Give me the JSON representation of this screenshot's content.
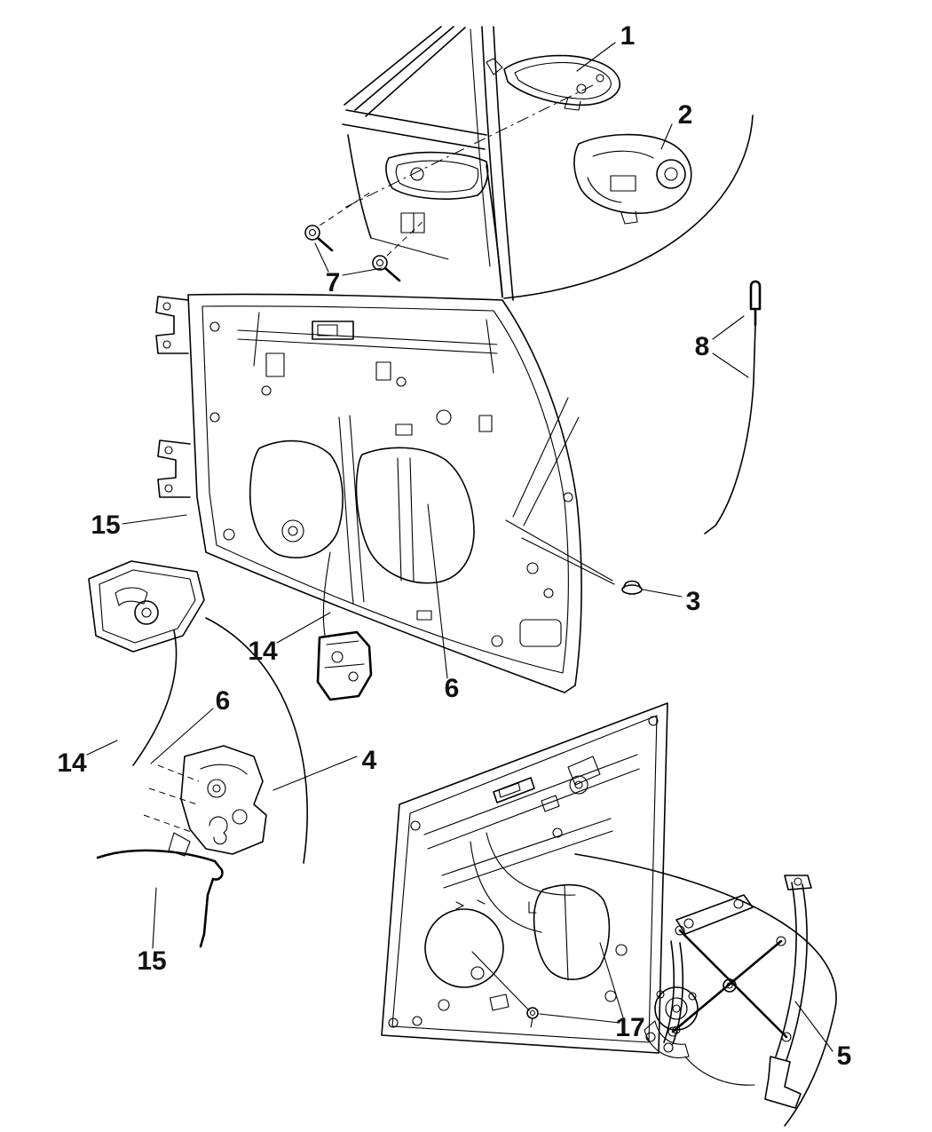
{
  "page": {
    "background": "#ffffff",
    "line_color": "#000000"
  },
  "diagram": {
    "callouts": [
      {
        "id": "callout-1",
        "label": "1"
      },
      {
        "id": "callout-2",
        "label": "2"
      },
      {
        "id": "callout-7",
        "label": "7"
      },
      {
        "id": "callout-8",
        "label": "8"
      },
      {
        "id": "callout-15-upper",
        "label": "15"
      },
      {
        "id": "callout-3",
        "label": "3"
      },
      {
        "id": "callout-14-mid",
        "label": "14"
      },
      {
        "id": "callout-6-mid",
        "label": "6"
      },
      {
        "id": "callout-6-left",
        "label": "6"
      },
      {
        "id": "callout-4",
        "label": "4"
      },
      {
        "id": "callout-14-left",
        "label": "14"
      },
      {
        "id": "callout-15-lower",
        "label": "15"
      },
      {
        "id": "callout-17",
        "label": "17"
      },
      {
        "id": "callout-5",
        "label": "5"
      }
    ]
  }
}
